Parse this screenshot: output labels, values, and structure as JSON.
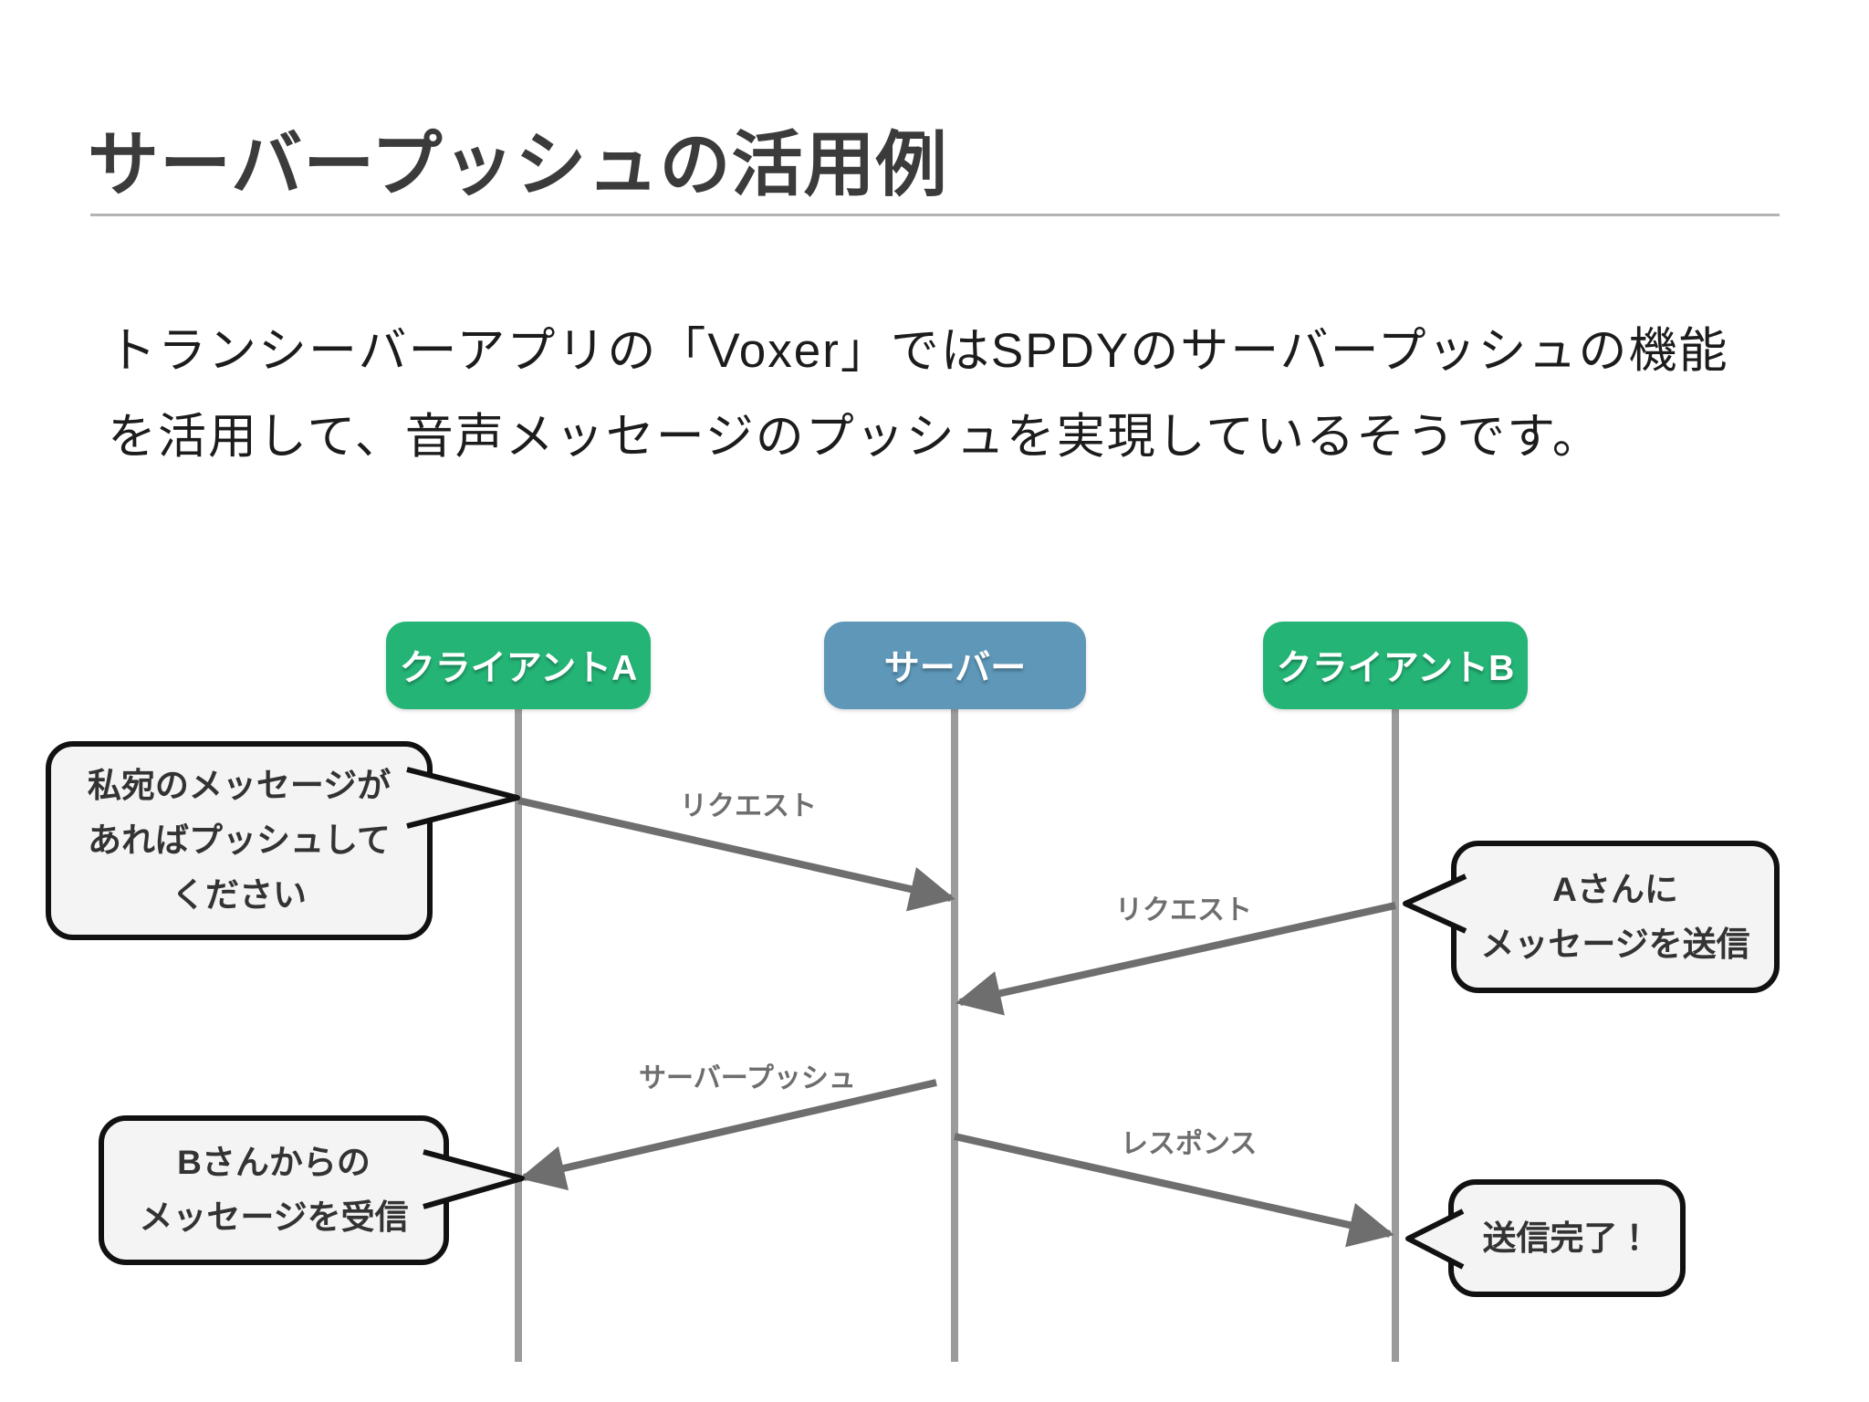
{
  "slide": {
    "title": "サーバープッシュの活用例",
    "body": {
      "line1": "トランシーバーアプリの「Voxer」ではSPDYのサーバープッシュの機能",
      "line2": "を活用して、音声メッセージのプッシュを実現しているそうです。"
    }
  },
  "colors": {
    "client_box_green": "#24b476",
    "server_box_blue": "#5e97b8",
    "arrow_gray": "#6e6e6e",
    "lifeline_gray": "#9b9b9b",
    "bubble_fill": "#f4f4f4",
    "bubble_border": "#111111",
    "title_gray": "#3b3b3b"
  },
  "diagram": {
    "actors": [
      {
        "id": "client-a",
        "label": "クライアントA"
      },
      {
        "id": "server",
        "label": "サーバー"
      },
      {
        "id": "client-b",
        "label": "クライアントB"
      }
    ],
    "messages": [
      {
        "label": "リクエスト",
        "from": "クライアントA",
        "to": "サーバー"
      },
      {
        "label": "リクエスト",
        "from": "クライアントB",
        "to": "サーバー"
      },
      {
        "label": "サーバープッシュ",
        "from": "サーバー",
        "to": "クライアントA"
      },
      {
        "label": "レスポンス",
        "from": "サーバー",
        "to": "クライアントB"
      }
    ],
    "bubbles": [
      {
        "lines": [
          "私宛のメッセージが",
          "あればプッシュして",
          "ください"
        ]
      },
      {
        "lines": [
          "Bさんからの",
          "メッセージを受信"
        ]
      },
      {
        "lines": [
          "Aさんに",
          "メッセージを送信"
        ]
      },
      {
        "lines": [
          "送信完了！"
        ]
      }
    ]
  }
}
